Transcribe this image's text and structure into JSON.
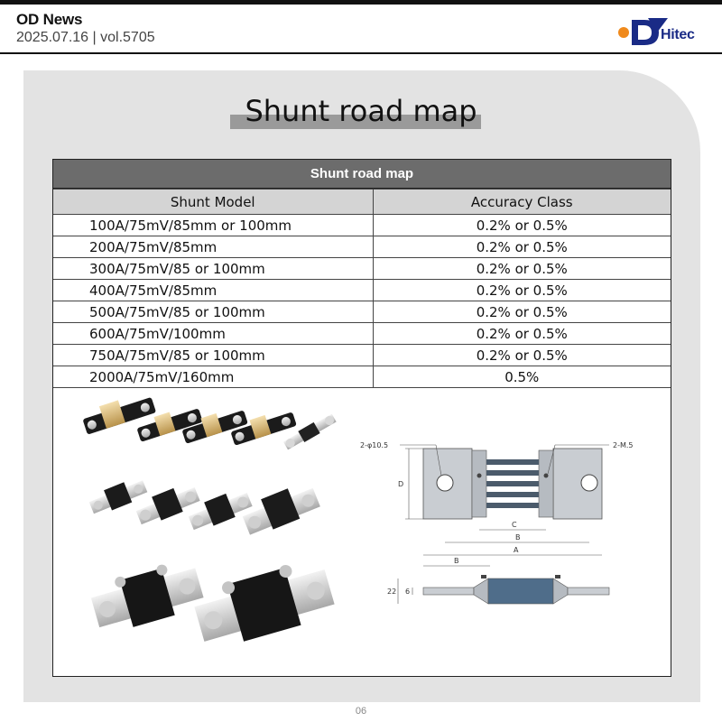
{
  "header": {
    "title": "OD News",
    "issue": "2025.07.16 | vol.5705",
    "logo_text": "Hitec"
  },
  "heading": "Shunt road map",
  "table": {
    "caption": "Shunt road map",
    "columns": [
      "Shunt Model",
      "Accuracy Class"
    ],
    "rows": [
      {
        "model": "100A/75mV/85mm or 100mm",
        "accuracy": "0.2% or 0.5%"
      },
      {
        "model": "200A/75mV/85mm",
        "accuracy": "0.2% or 0.5%"
      },
      {
        "model": "300A/75mV/85 or 100mm",
        "accuracy": "0.2% or 0.5%"
      },
      {
        "model": "400A/75mV/85mm",
        "accuracy": "0.2% or 0.5%"
      },
      {
        "model": "500A/75mV/85 or 100mm",
        "accuracy": "0.2% or 0.5%"
      },
      {
        "model": "600A/75mV/100mm",
        "accuracy": "0.2% or 0.5%"
      },
      {
        "model": "750A/75mV/85 or 100mm",
        "accuracy": "0.2% or 0.5%"
      },
      {
        "model": "2000A/75mV/160mm",
        "accuracy": "0.5%"
      }
    ]
  },
  "drawing": {
    "hole_label": "2-φ10.5",
    "screw_label": "2-M.5",
    "dim_d": "D",
    "dim_c": "C",
    "dim_b": "B",
    "dim_a": "A",
    "side_b": "B",
    "side_22": "22",
    "side_6": "6"
  },
  "page_number": "06",
  "colors": {
    "panel": "#e3e3e3",
    "caption": "#6c6c6c",
    "header_row": "#d4d4d4",
    "logo_blue": "#1a2b86",
    "logo_orange": "#f08a1c"
  }
}
